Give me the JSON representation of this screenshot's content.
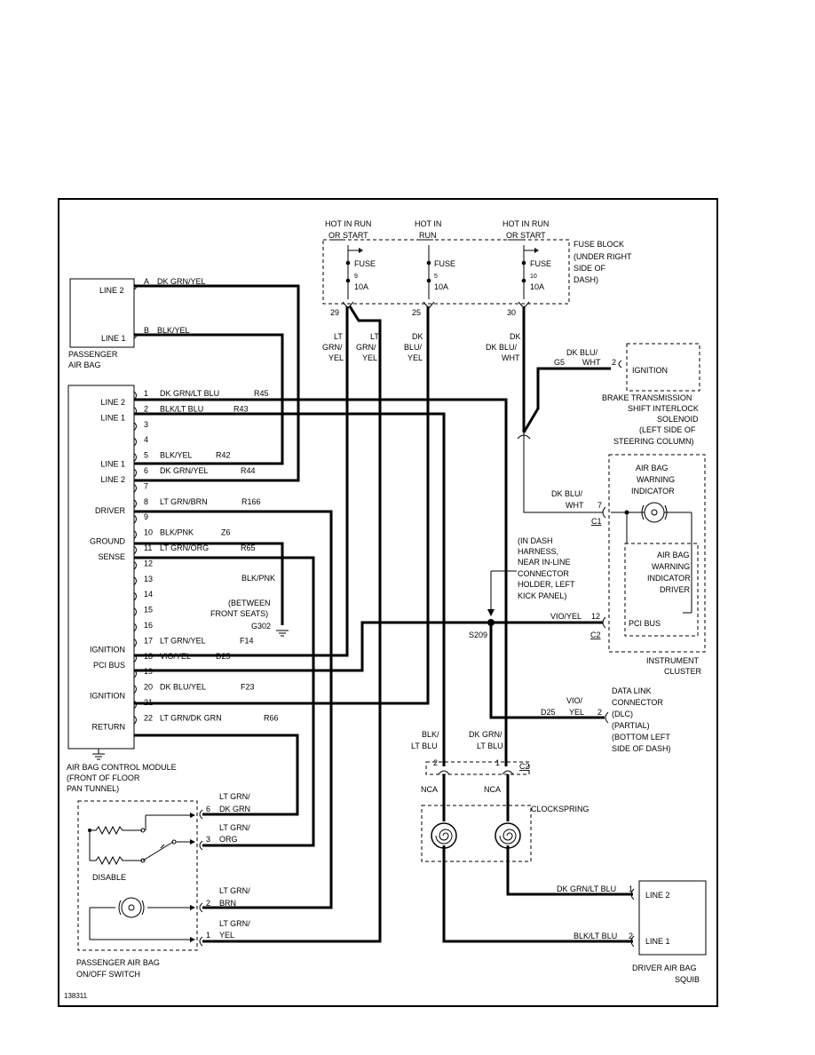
{
  "figure_id": "138311",
  "fuse_block": {
    "label": [
      "FUSE BLOCK",
      "(UNDER RIGHT",
      "SIDE OF",
      "DASH)"
    ],
    "fuses": [
      {
        "hot": [
          "HOT IN RUN",
          "OR START"
        ],
        "fuse_label": "FUSE",
        "number": "9",
        "rating": "10A",
        "cavity": "29"
      },
      {
        "hot": [
          "HOT IN",
          "RUN"
        ],
        "fuse_label": "FUSE",
        "number": "5",
        "rating": "10A",
        "cavity": "25"
      },
      {
        "hot": [
          "HOT IN RUN",
          "OR START"
        ],
        "fuse_label": "FUSE",
        "number": "10",
        "rating": "10A",
        "cavity": "30"
      }
    ]
  },
  "fuse_wires": {
    "w1": [
      "LT",
      "GRN/",
      "YEL"
    ],
    "w2": [
      "LT",
      "GRN/",
      "YEL"
    ],
    "w3": [
      "DK",
      "BLU/",
      "YEL"
    ],
    "w4": [
      "DK",
      "DK BLU/",
      "WHT"
    ]
  },
  "passenger_airbag": {
    "line2": "LINE 2",
    "line1": "LINE 1",
    "label": [
      "PASSENGER",
      "AIR BAG"
    ],
    "pinA": "A",
    "wireA": "DK GRN/YEL",
    "pinB": "B",
    "wireB": "BLK/YEL"
  },
  "acm": {
    "label": [
      "AIR BAG CONTROL MODULE",
      "(FRONT OF FLOOR",
      "PAN TUNNEL)"
    ],
    "side_labels": [
      {
        "text": "LINE 2",
        "pin": 1
      },
      {
        "text": "LINE 1",
        "pin": 2
      },
      {
        "text": "LINE 1",
        "pin": 5
      },
      {
        "text": "LINE 2",
        "pin": 6
      },
      {
        "text": "DRIVER",
        "pin": 8
      },
      {
        "text": "GROUND",
        "pin": 10
      },
      {
        "text": "SENSE",
        "pin": 11
      },
      {
        "text": "IGNITION",
        "pin": 17
      },
      {
        "text": "PCI BUS",
        "pin": 18
      },
      {
        "text": "IGNITION",
        "pin": 20
      },
      {
        "text": "RETURN",
        "pin": 22
      }
    ],
    "pins": [
      {
        "n": "1",
        "wire": "DK GRN/LT BLU",
        "circuit": "R45"
      },
      {
        "n": "2",
        "wire": "BLK/LT BLU",
        "circuit": "R43"
      },
      {
        "n": "3",
        "wire": "",
        "circuit": ""
      },
      {
        "n": "4",
        "wire": "",
        "circuit": ""
      },
      {
        "n": "5",
        "wire": "BLK/YEL",
        "circuit": "R42"
      },
      {
        "n": "6",
        "wire": "DK GRN/YEL",
        "circuit": "R44"
      },
      {
        "n": "7",
        "wire": "",
        "circuit": ""
      },
      {
        "n": "8",
        "wire": "LT GRN/BRN",
        "circuit": "R166"
      },
      {
        "n": "9",
        "wire": "",
        "circuit": ""
      },
      {
        "n": "10",
        "wire": "BLK/PNK",
        "circuit": "Z6"
      },
      {
        "n": "11",
        "wire": "LT GRN/ORG",
        "circuit": "R65"
      },
      {
        "n": "12",
        "wire": "",
        "circuit": ""
      },
      {
        "n": "13",
        "wire": "",
        "circuit": ""
      },
      {
        "n": "14",
        "wire": "",
        "circuit": ""
      },
      {
        "n": "15",
        "wire": "",
        "circuit": ""
      },
      {
        "n": "16",
        "wire": "",
        "circuit": ""
      },
      {
        "n": "17",
        "wire": "LT GRN/YEL",
        "circuit": "F14"
      },
      {
        "n": "18",
        "wire": "VIO/YEL",
        "circuit": "D25"
      },
      {
        "n": "19",
        "wire": "",
        "circuit": ""
      },
      {
        "n": "20",
        "wire": "DK BLU/YEL",
        "circuit": "F23"
      },
      {
        "n": "21",
        "wire": "",
        "circuit": ""
      },
      {
        "n": "22",
        "wire": "LT GRN/DK GRN",
        "circuit": "R66"
      }
    ]
  },
  "ground": {
    "wire": "BLK/PNK",
    "label": [
      "(BETWEEN",
      "FRONT SEATS)"
    ],
    "id": "G302"
  },
  "brake_solenoid": {
    "text": "IGNITION",
    "wire": [
      "DK BLU/",
      "WHT"
    ],
    "circuit": "G5",
    "pin": "2",
    "label": [
      "BRAKE TRANSMISSION",
      "SHIFT INTERLOCK",
      "SOLENOID",
      "(LEFT SIDE OF",
      "STEERING COLUMN)"
    ]
  },
  "cluster": {
    "warning": [
      "AIR BAG",
      "WARNING",
      "INDICATOR"
    ],
    "driver": [
      "AIR BAG",
      "WARNING",
      "INDICATOR",
      "DRIVER"
    ],
    "pci": "PCI BUS",
    "wire7": [
      "DK BLU/",
      "WHT"
    ],
    "pin7": "7",
    "conn7": "C1",
    "wire12": "VIO/YEL",
    "pin12": "12",
    "conn12": "C2",
    "label": [
      "INSTRUMENT",
      "CLUSTER"
    ]
  },
  "splice": {
    "note": [
      "(IN DASH",
      "HARNESS,",
      "NEAR IN-LINE",
      "CONNECTOR",
      "HOLDER, LEFT",
      "KICK PANEL)"
    ],
    "id": "S209"
  },
  "dlc": {
    "wire": [
      "VIO/",
      "YEL"
    ],
    "circuit": "D25",
    "pin": "2",
    "label": [
      "DATA LINK",
      "CONNECTOR",
      "(DLC)",
      "(PARTIAL)",
      "(BOTTOM LEFT",
      "SIDE OF DASH)"
    ]
  },
  "c2": {
    "left_wire": [
      "BLK/",
      "LT BLU"
    ],
    "right_wire": [
      "DK GRN/",
      "LT BLU"
    ],
    "pin_left": "2",
    "pin_right": "1",
    "conn": "C2",
    "nca_left": "NCA",
    "nca_right": "NCA"
  },
  "clockspring": "CLOCKSPRING",
  "switch": {
    "label": [
      "PASSENGER AIR BAG",
      "ON/OFF SWITCH"
    ],
    "disable": "DISABLE",
    "pins": [
      {
        "n": "6",
        "wire": [
          "LT GRN/",
          "DK GRN"
        ]
      },
      {
        "n": "3",
        "wire": [
          "LT GRN/",
          "ORG"
        ]
      },
      {
        "n": "2",
        "wire": [
          "LT GRN/",
          "BRN"
        ]
      },
      {
        "n": "1",
        "wire": [
          "LT GRN/",
          "YEL"
        ]
      }
    ]
  },
  "driver_squib": {
    "line2": "LINE 2",
    "line1": "LINE 1",
    "wire1": "DK GRN/LT BLU",
    "pin1": "1",
    "wire2": "BLK/LT BLU",
    "pin2": "2",
    "label": [
      "DRIVER AIR BAG",
      "SQUIB"
    ]
  }
}
